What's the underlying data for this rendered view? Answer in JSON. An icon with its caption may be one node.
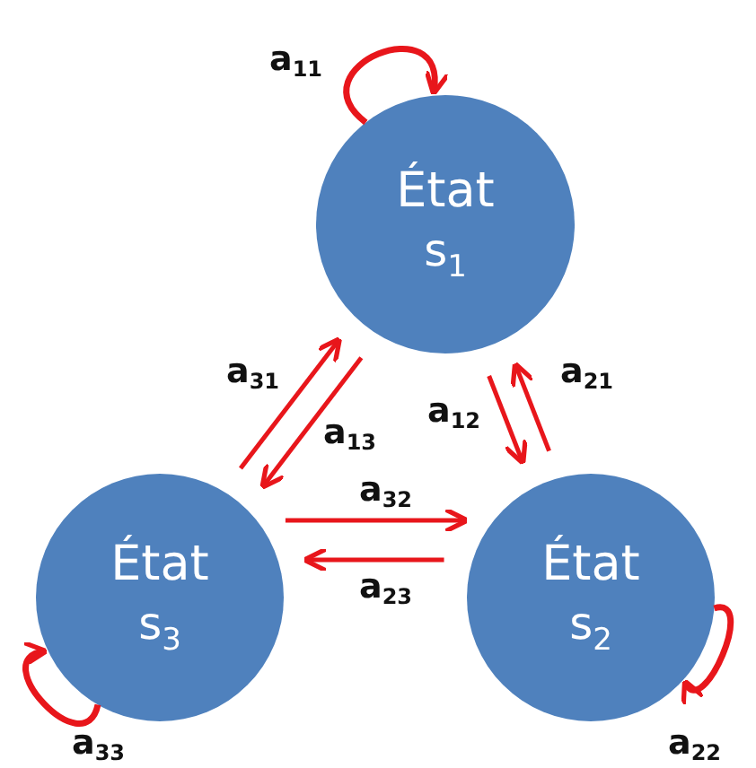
{
  "diagram": {
    "nodes": [
      {
        "text": [
          "État",
          "s$_{1}$"
        ]
      },
      {
        "text": [
          "État",
          "s$_{3}$"
        ]
      },
      {
        "text": [
          "État",
          "s$_{2}$"
        ]
      }
    ],
    "edges": [
      {
        "from": 0,
        "to": 0,
        "arrow": "to",
        "label": "a$_{11}$"
      },
      {
        "from": 1,
        "to": 0,
        "arrow": "to",
        "label": "a$_{31}$"
      },
      {
        "from": 0,
        "to": 1,
        "arrow": "to",
        "label": "a$_{13}$"
      },
      {
        "from": 0,
        "to": 2,
        "arrow": "to",
        "label": "a$_{12}$"
      },
      {
        "from": 2,
        "to": 0,
        "arrow": "to",
        "label": "a$_{21}$"
      },
      {
        "from": 1,
        "to": 2,
        "arrow": "to",
        "label": "a$_{32}$"
      },
      {
        "from": 2,
        "to": 1,
        "arrow": "to",
        "label": "a$_{23}$"
      },
      {
        "from": 1,
        "to": 1,
        "arrow": "to",
        "label": "a$_{33}$"
      },
      {
        "from": 2,
        "to": 2,
        "arrow": "to",
        "label": "a$_{22}$"
      }
    ]
  }
}
